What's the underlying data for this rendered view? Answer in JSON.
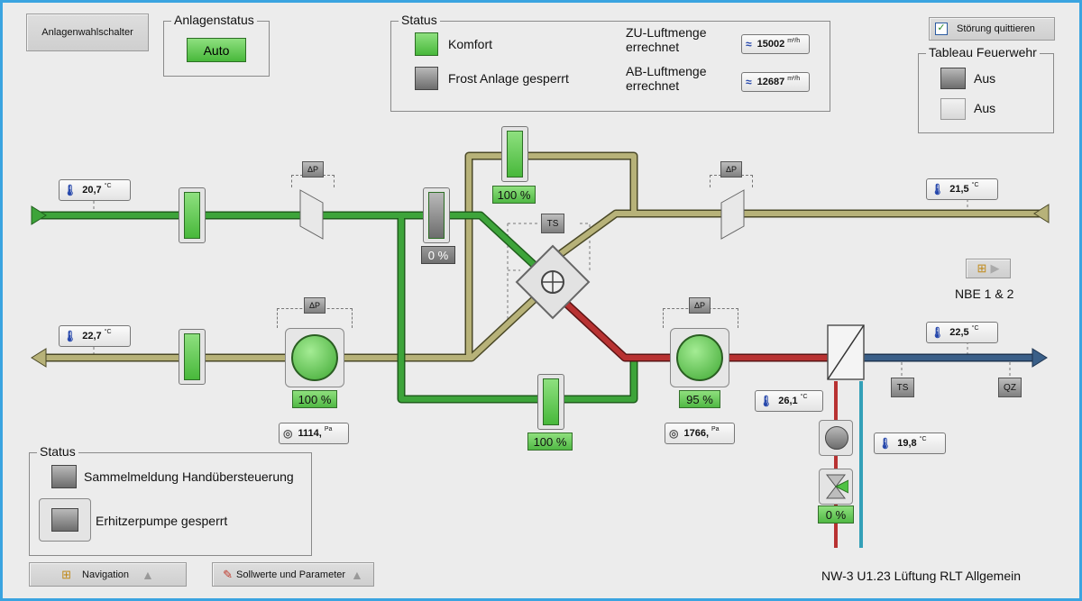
{
  "topbar": {
    "plant_selector_label": "Anlagenwahlschalter",
    "acknowledge_label": "Störung quittieren"
  },
  "plant_status": {
    "title": "Anlagenstatus",
    "mode": "Auto"
  },
  "status_top": {
    "title": "Status",
    "items": [
      {
        "label": "Komfort",
        "state": "green"
      },
      {
        "label": "Frost Anlage gesperrt",
        "state": "grey"
      }
    ],
    "flows": [
      {
        "label_1": "ZU-Luftmenge",
        "label_2": "errechnet",
        "value": "15002",
        "unit": "m³/h"
      },
      {
        "label_1": "AB-Luftmenge",
        "label_2": "errechnet",
        "value": "12687",
        "unit": "m³/h"
      }
    ]
  },
  "fire_panel": {
    "title": "Tableau Feuerwehr",
    "items": [
      {
        "label": "Aus",
        "state": "grey"
      },
      {
        "label": "Aus",
        "state": "light"
      }
    ]
  },
  "temperatures": {
    "outdoor": {
      "value": "20,7",
      "unit": "°C"
    },
    "exhaust": {
      "value": "22,7",
      "unit": "°C"
    },
    "extract": {
      "value": "21,5",
      "unit": "°C"
    },
    "supply": {
      "value": "22,5",
      "unit": "°C"
    },
    "heater_flow": {
      "value": "26,1",
      "unit": "°C"
    },
    "heater_return": {
      "value": "19,8",
      "unit": "°C"
    }
  },
  "dampers": {
    "bypass_top": "100 %",
    "recirculation": "0 %",
    "bypass_bottom": "100 %"
  },
  "fans": {
    "exhaust_fan": {
      "speed": "100 %",
      "pressure": "1114,",
      "unit": "Pa"
    },
    "supply_fan": {
      "speed": "95 %",
      "pressure": "1766,",
      "unit": "Pa"
    }
  },
  "heater_valve": "0 %",
  "sensor_labels": {
    "dp": "ΔP",
    "ts": "TS",
    "qz": "QZ"
  },
  "nbe": {
    "label": "NBE 1 & 2"
  },
  "status_bottom": {
    "title": "Status",
    "items": [
      {
        "label": "Sammelmeldung Handübersteuerung"
      },
      {
        "label": "Erhitzerpumpe gesperrt"
      }
    ]
  },
  "footer": {
    "navigation": "Navigation",
    "setpoints": "Sollwerte und Parameter",
    "plant_name": "NW-3 U1.23 Lüftung RLT Allgemein"
  },
  "colors": {
    "outdoor_air": "#3da43a",
    "extract_air": "#b7b279",
    "heated_supply": "#b83232",
    "supply_air": "#3a5f88",
    "heater_water_warm": "#b83232",
    "heater_water_cold": "#33a0b8",
    "frame": "#3aa4e0"
  }
}
